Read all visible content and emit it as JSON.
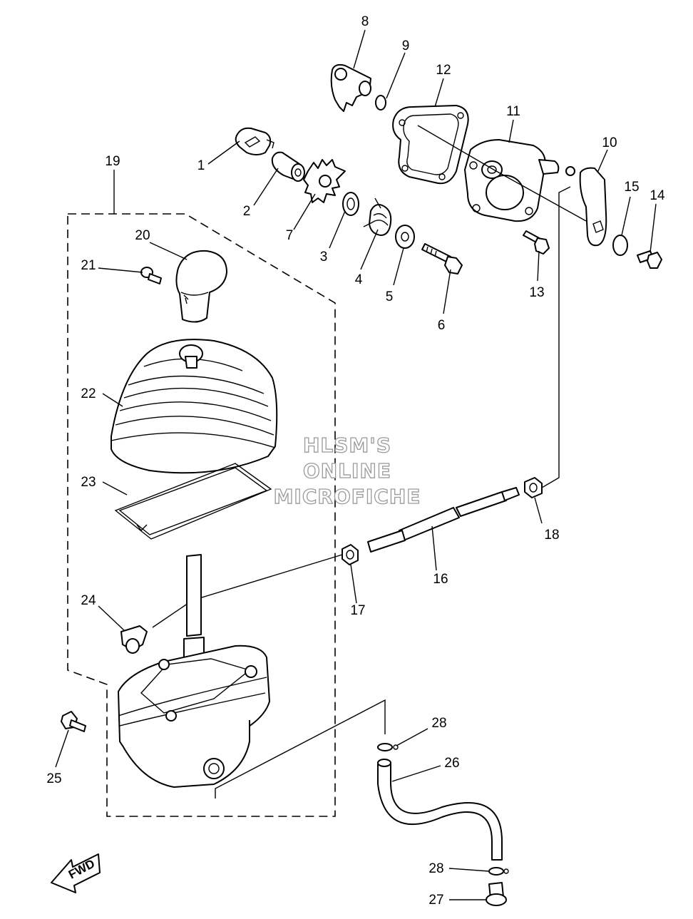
{
  "watermark": {
    "line1": "HLSM'S",
    "line2": "ONLINE",
    "line3": "MICROFICHE"
  },
  "fwd_label": "FWD",
  "callouts": {
    "c1": "1",
    "c2": "2",
    "c3": "3",
    "c4": "4",
    "c5": "5",
    "c6": "6",
    "c7": "7",
    "c8": "8",
    "c9": "9",
    "c10": "10",
    "c11": "11",
    "c12": "12",
    "c13": "13",
    "c14": "14",
    "c15": "15",
    "c16": "16",
    "c17": "17",
    "c18": "18",
    "c19": "19",
    "c20": "20",
    "c21": "21",
    "c22": "22",
    "c23": "23",
    "c24": "24",
    "c25": "25",
    "c26": "26",
    "c27": "27",
    "c28a": "28",
    "c28b": "28"
  }
}
